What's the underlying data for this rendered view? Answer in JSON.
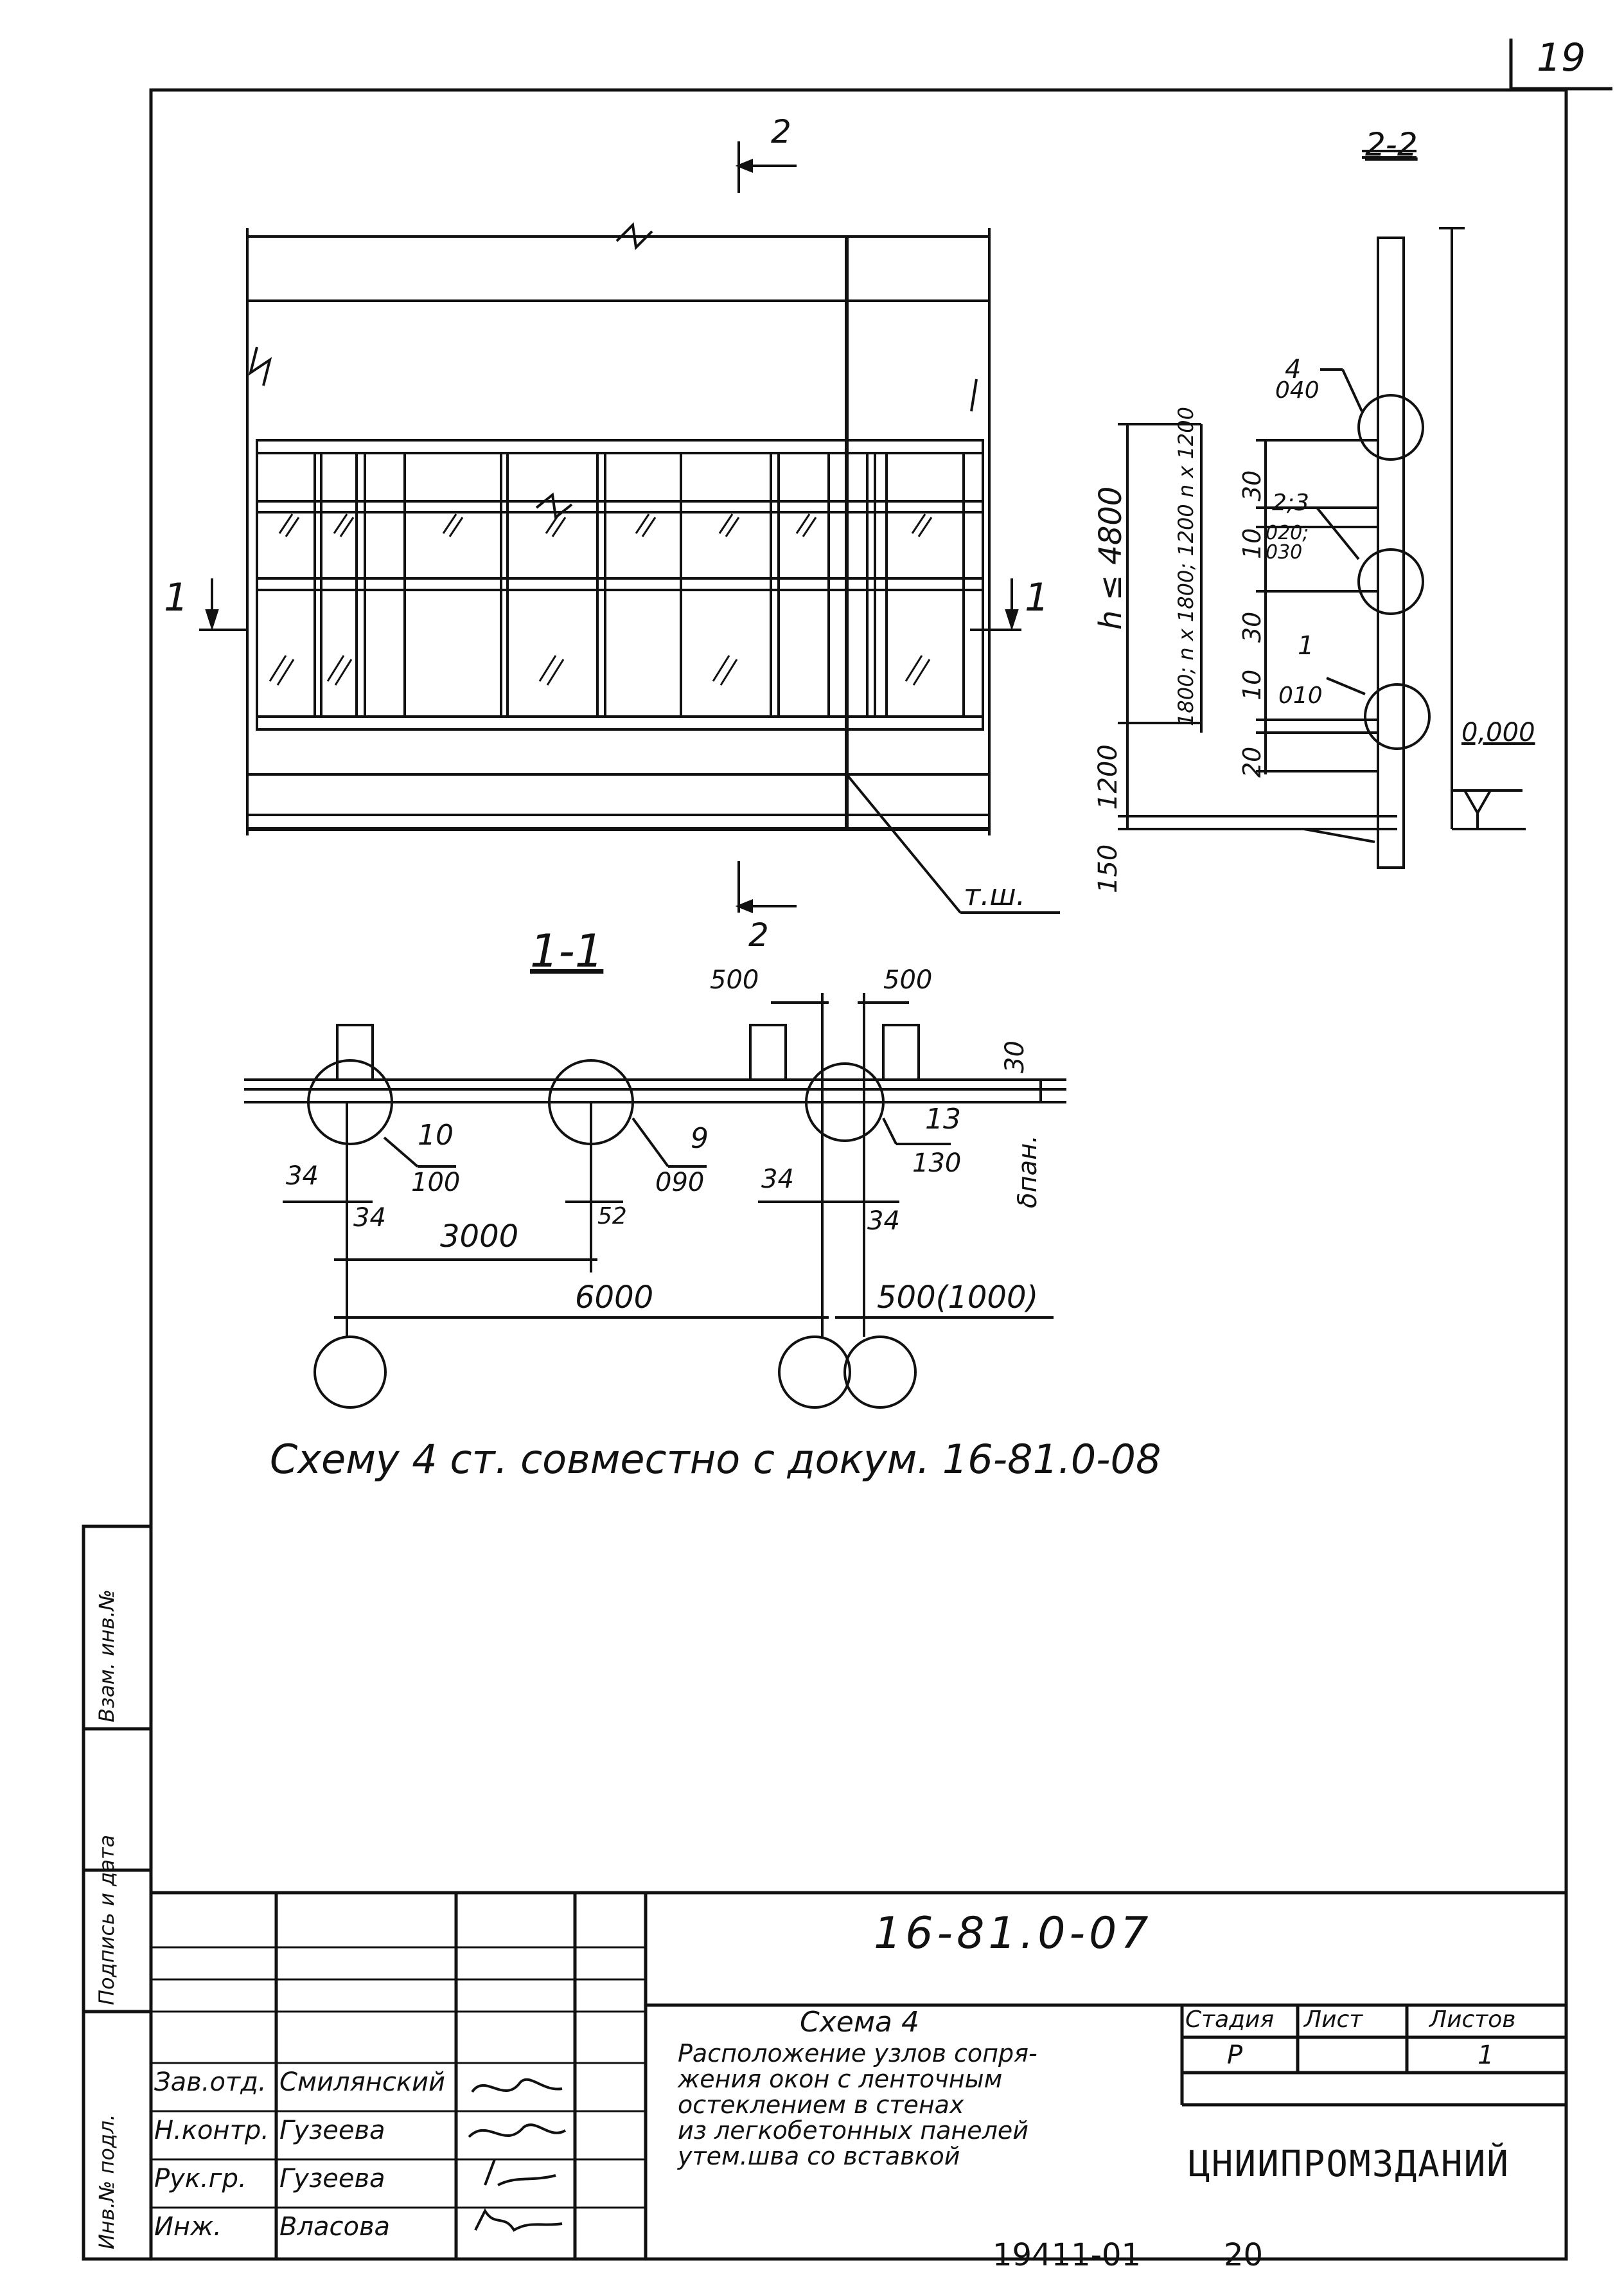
{
  "page_number": "19",
  "section_2_marker": "2",
  "section_1_marker": "1",
  "section_2_2_title": "2-2",
  "section_1_1_title": "1-1",
  "label_break": "1",
  "label_seam": "т.ш.",
  "section_2_2": {
    "h_label": "h ≤ 4800",
    "dims_outer": [
      "1200",
      "150"
    ],
    "dims_mid": "1800; n x 1800; 1200 n x 1200",
    "dims_right": [
      "30",
      "10",
      "30",
      "10",
      "20"
    ],
    "node_4": {
      "top": "4",
      "bottom": "040"
    },
    "node_2_3": {
      "top": "2;3",
      "bottom": "020; 030"
    },
    "node_1": {
      "top": "1",
      "bottom": "010"
    },
    "level": "0,000"
  },
  "section_1_1": {
    "dims_top": [
      "500",
      "500"
    ],
    "dim_30": "30",
    "dim_thickness": "δпан.",
    "node_10": {
      "top": "10",
      "bottom": "100"
    },
    "node_9": {
      "top": "9",
      "bottom": "090"
    },
    "node_13": {
      "top": "13",
      "bottom": "130"
    },
    "dims_small": [
      "34",
      "34",
      "52",
      "34",
      "34"
    ],
    "dim_3000": "3000",
    "dim_6000": "6000",
    "dim_500_1000": "500(1000)"
  },
  "note": "Схему 4 ст. совместно с докум. 16-81.0-08",
  "side_stamp": [
    "Инв.№ подл.",
    "Подпись и дата",
    "Взам. инв.№"
  ],
  "title_block": {
    "doc_code": "16-81.0-07",
    "scheme": "Схема 4",
    "description_lines": [
      "Расположение узлов сопря-",
      "жения окон с ленточным",
      "остеклением в стенах",
      "из легкобетонных панелей",
      "утем.шва со вставкой"
    ],
    "stage_header": "Стадия",
    "sheet_header": "Лист",
    "sheets_header": "Листов",
    "stage_value": "Р",
    "sheets_value": "1",
    "org": "ЦНИИПРОМЗДАНИЙ",
    "roles": [
      "Зав.отд.",
      "Н.контр.",
      "Рук.гр.",
      "Инж."
    ],
    "names": [
      "Смилянский",
      "Гузеева",
      "Гузеева",
      "Власова"
    ]
  },
  "footer_code": "19411-01",
  "footer_num": "20"
}
